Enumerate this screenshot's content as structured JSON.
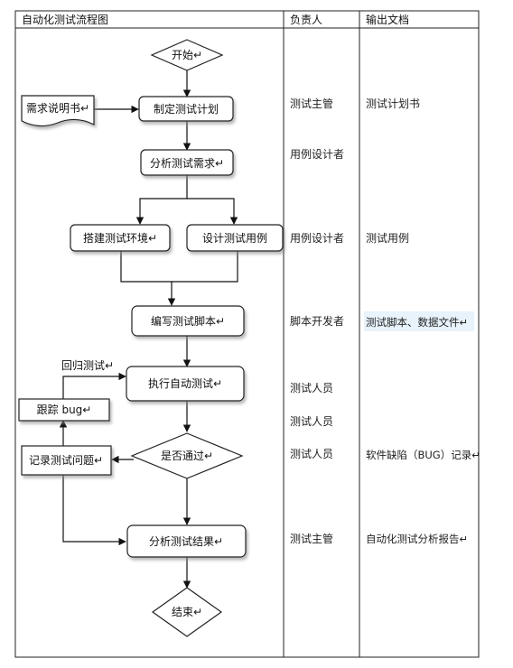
{
  "table": {
    "headers": {
      "flow": "自动化测试流程图",
      "owner": "负责人",
      "output": "输出文档"
    }
  },
  "flow": {
    "start": "开始↵",
    "requirements_doc": "需求说明书↵",
    "make_plan": "制定测试计划",
    "analyze_requirements": "分析测试需求↵",
    "build_env": "搭建测试环境↵",
    "design_cases": "设计测试用例",
    "write_scripts": "编写测试脚本↵",
    "regression_test": "回归测试↵",
    "run_tests": "执行自动测试↵",
    "track_bug": "跟踪 bug↵",
    "record_issue": "记录测试问题↵",
    "passed_decision": "是否通过↵",
    "analyze_results": "分析测试结果↵",
    "end": "结束↵"
  },
  "roles": {
    "test_lead_1": "测试主管",
    "case_designer_1": "用例设计者",
    "case_designer_2": "用例设计者",
    "script_developer": "脚本开发者",
    "tester_1": "测试人员",
    "tester_2": "测试人员",
    "tester_3": "测试人员",
    "test_lead_2": "测试主管"
  },
  "outputs": {
    "test_plan": "测试计划书",
    "test_cases": "测试用例",
    "scripts_data": "测试脚本、数据文件↵",
    "bug_record": "软件缺陷（BUG）记录↵",
    "analysis_report": "自动化测试分析报告↵"
  }
}
